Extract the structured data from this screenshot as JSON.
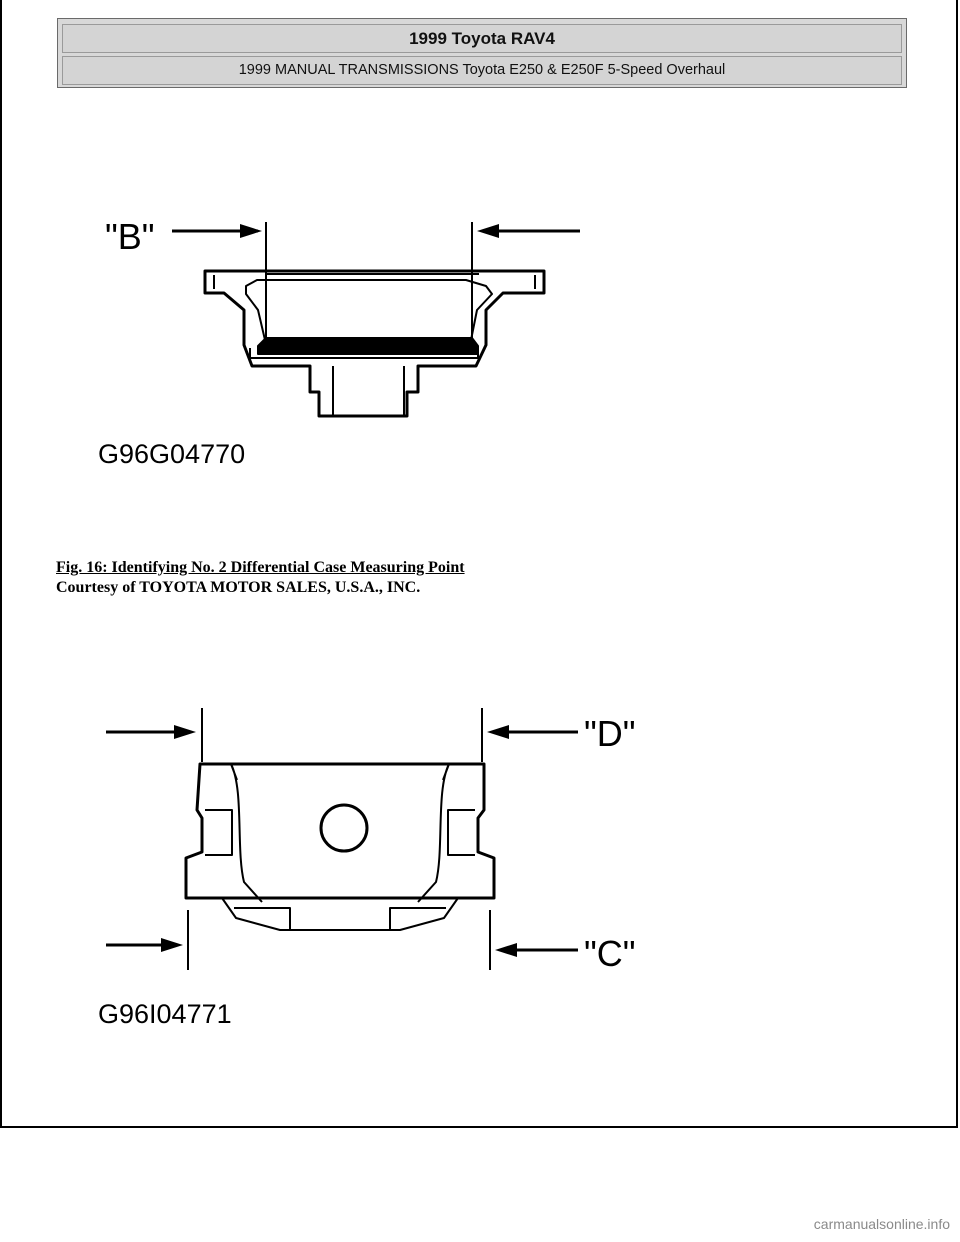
{
  "header": {
    "title": "1999 Toyota RAV4",
    "subtitle": "1999 MANUAL TRANSMISSIONS Toyota E250 & E250F 5-Speed Overhaul"
  },
  "figure1": {
    "label_b": "\"B\"",
    "code": "G96G04770"
  },
  "caption": {
    "title": "Fig. 16: Identifying No. 2 Differential Case Measuring Point",
    "credit": "Courtesy of TOYOTA MOTOR SALES, U.S.A., INC."
  },
  "figure2": {
    "label_d": "\"D\"",
    "label_c": "\"C\"",
    "code": "G96I04771"
  },
  "watermark": "carmanualsonline.info"
}
